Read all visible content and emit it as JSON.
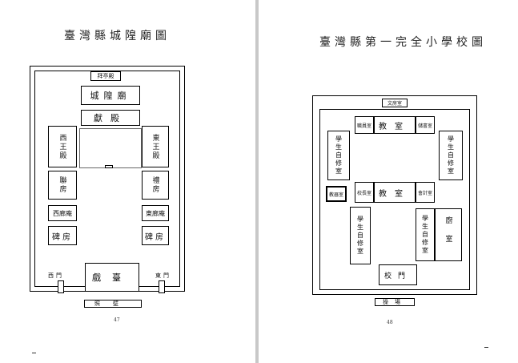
{
  "left_page": {
    "title": "臺灣縣城隍廟圖",
    "hall_label": "拜亭殿",
    "temple_name": "城隍廟",
    "main_hall": "獻殿",
    "west_hall": "西王殿",
    "east_hall": "東王殿",
    "left_room": "聯房",
    "right_room": "禮房",
    "west_kiosk": "西廊庵",
    "east_kiosk": "東廊庵",
    "left_stele": "碑房",
    "right_stele": "碑房",
    "west_gate": "西門",
    "east_gate": "東門",
    "stage": "戲臺",
    "bottom_label": "照壁",
    "page_number": "47"
  },
  "right_page": {
    "title": "臺灣縣第一完全小學校圖",
    "top_label": "文房室",
    "main_classroom": "教室",
    "top_left_small": "職員室",
    "top_right_small": "儲書室",
    "left_study": "學生自修室",
    "right_study": "學生自修室",
    "middle_classroom": "教室",
    "middle_left_small": "校長室",
    "middle_right_small": "會計室",
    "storage": "教器室",
    "bottom_left_study": "學生自修室",
    "bottom_right_study": "學生自修室",
    "kitchen": "廚室",
    "school_gate": "校門",
    "bottom_label": "操場",
    "page_number": "48"
  },
  "colors": {
    "ink": "#111111",
    "paper": "#ffffff",
    "gutter": "#c8c8c8"
  }
}
